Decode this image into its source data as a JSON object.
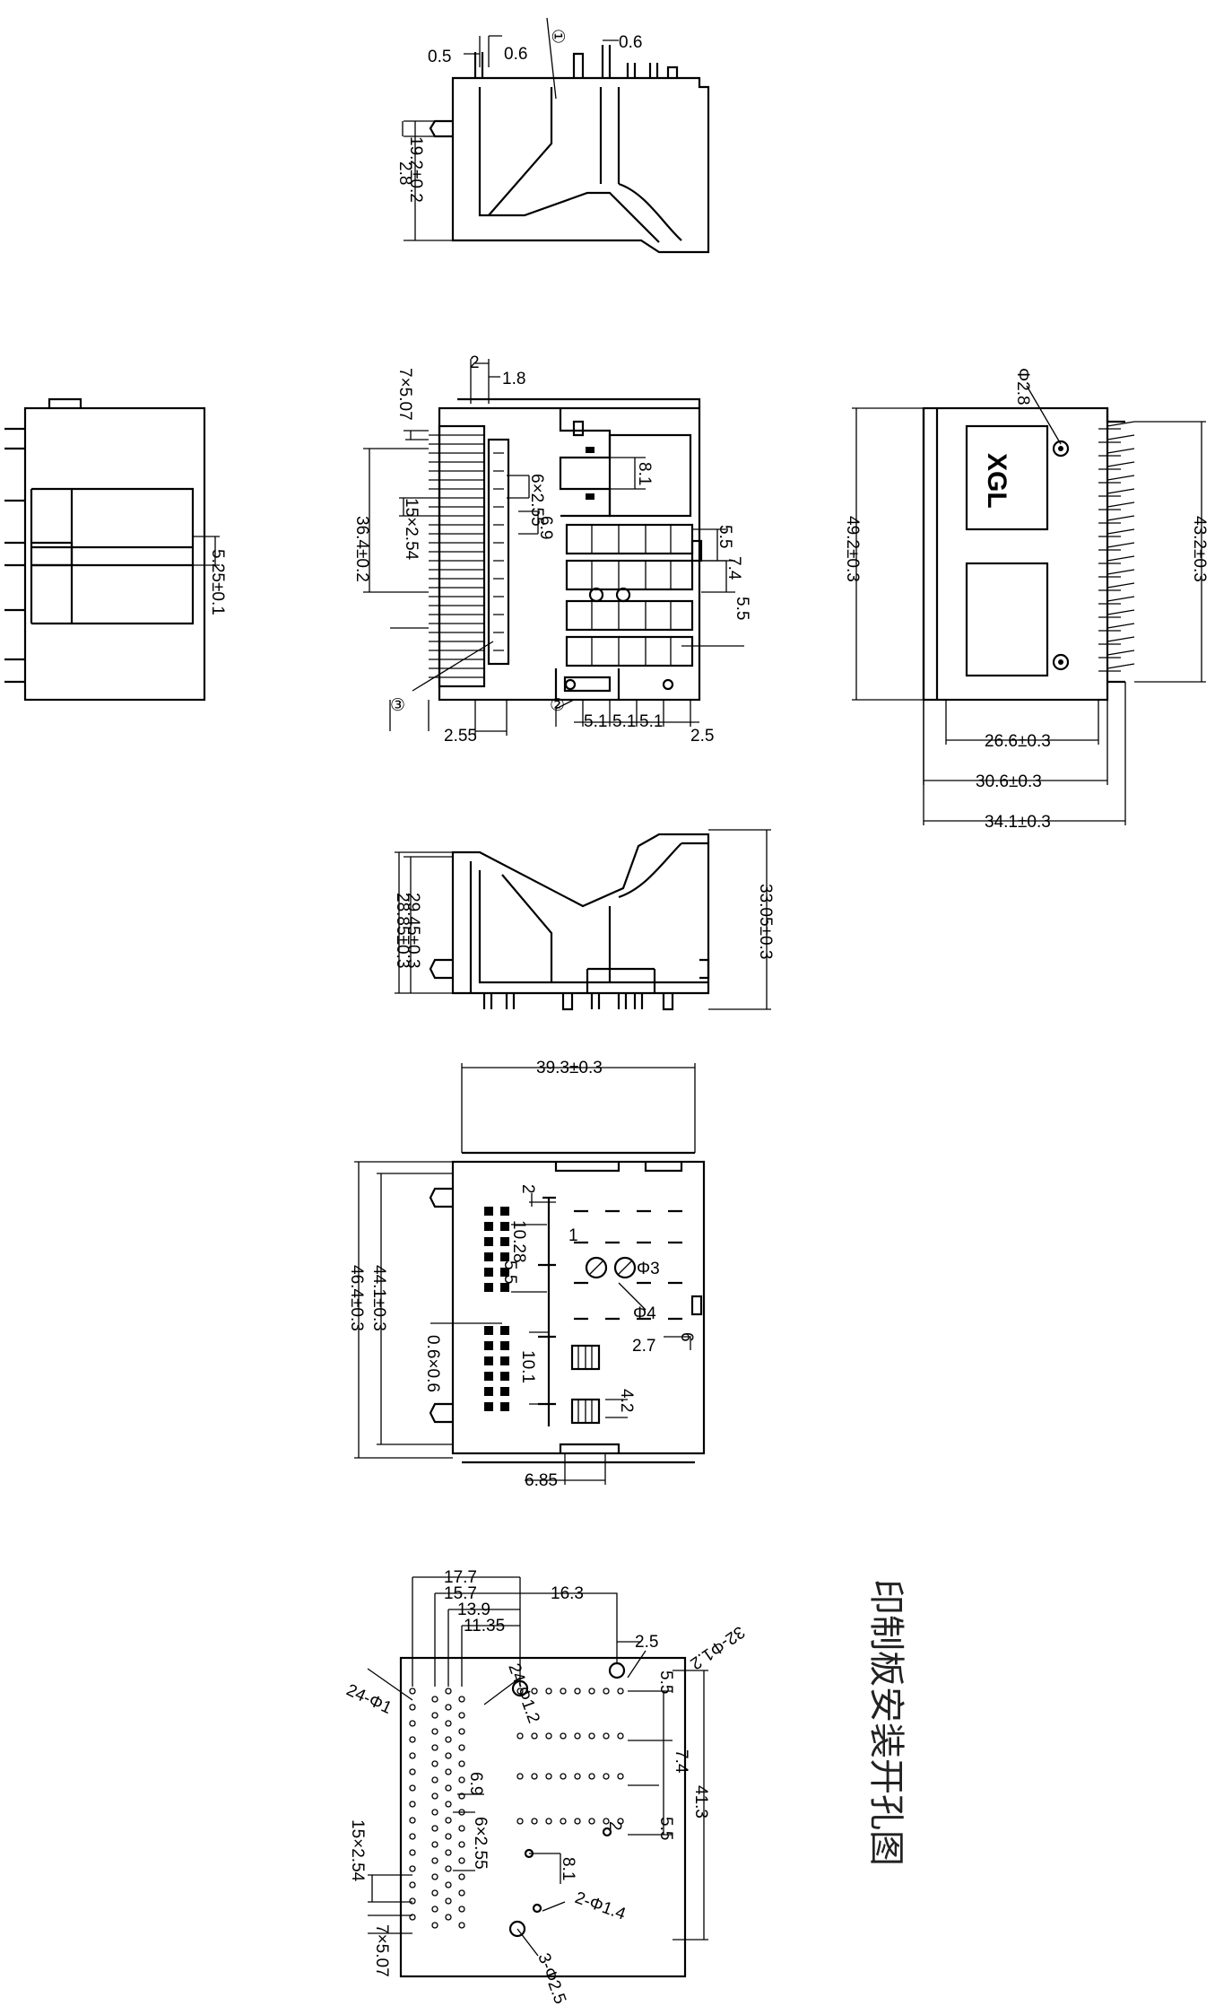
{
  "top_view": {
    "callout_1": "①",
    "dims": [
      "0.5",
      "0.6",
      "0.6",
      "2.8",
      "19.2±0.2"
    ]
  },
  "front_view": {
    "dims": [
      "2",
      "1.8",
      "7×5.07",
      "8.1",
      "6×2.55",
      "6.9",
      "15×2.54",
      "36.4±0.2",
      "5.5",
      "7.4",
      "5.5",
      "5.1",
      "5.1",
      "5.1",
      "2.5",
      "2.55"
    ],
    "callout_2": "②",
    "callout_3": "③"
  },
  "left_view": {
    "dims": [
      "5.25±0.1"
    ]
  },
  "right_view": {
    "dims": [
      "Φ2.8",
      "49.2±0.3",
      "43.2±0.3",
      "26.6±0.3",
      "30.6±0.3",
      "34.1±0.3"
    ],
    "logo": "XGL"
  },
  "side_view": {
    "dims": [
      "28.85±0.3",
      "29.45±0.3",
      "33.05±0.3"
    ]
  },
  "bottom_view": {
    "dims": [
      "39.3±0.3",
      "44.1±0.3",
      "46.4±0.3",
      "2",
      "1",
      "10.28",
      "5.5",
      "Φ3",
      "Φ4",
      "2.7",
      "6",
      "0.6×0.6",
      "10.1",
      "4.2",
      "6.85"
    ]
  },
  "pcb_layout": {
    "dims": [
      "17.7",
      "15.7",
      "13.9",
      "11.35",
      "16.3",
      "2.5",
      "32-Φ1.2",
      "24-Φ1",
      "24-Φ1.2",
      "5.5",
      "7.4",
      "41.3",
      "5.5",
      "6.9",
      "6×2.55",
      "15×2.54",
      "8.1",
      "2",
      "2-Φ1.4",
      "3-Φ2.5",
      "7×5.07"
    ],
    "title": "印制板安装开孔图"
  }
}
